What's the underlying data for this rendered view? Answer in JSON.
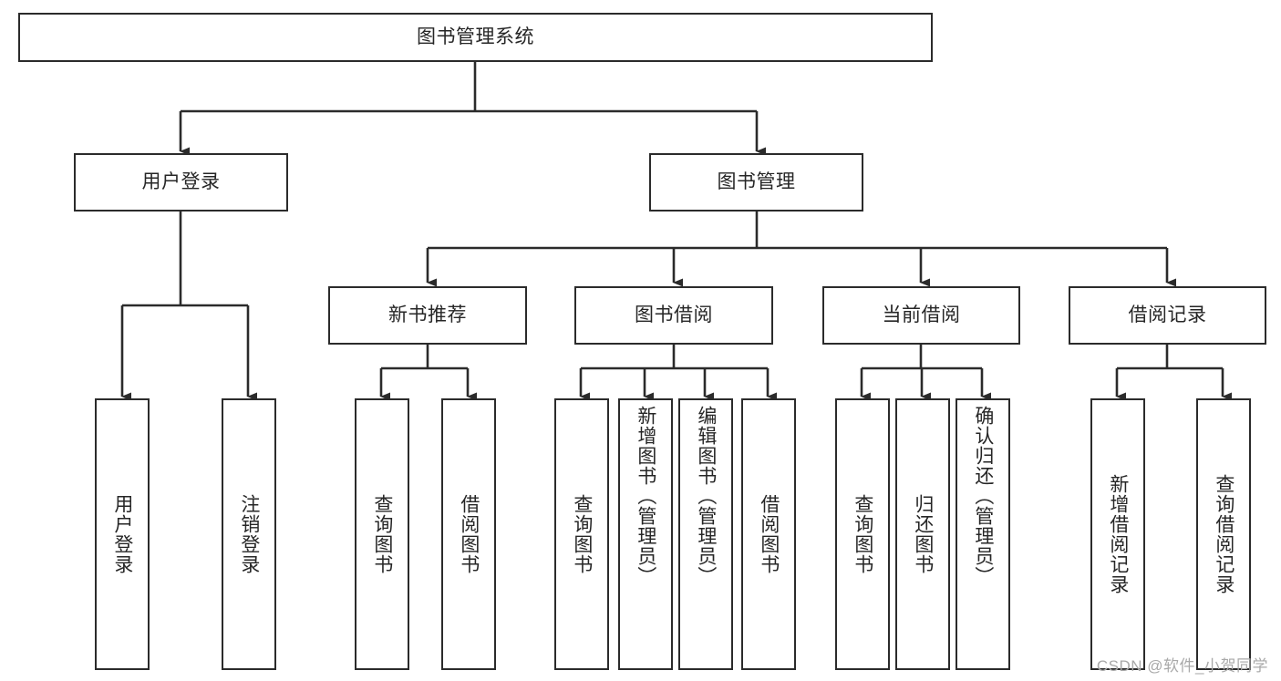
{
  "diagram": {
    "title_node": {
      "label": "图书管理系统"
    },
    "level2": [
      {
        "id": "user-login",
        "label": "用户登录"
      },
      {
        "id": "book-management",
        "label": "图书管理"
      }
    ],
    "level3": [
      {
        "id": "new-book-recommend",
        "label": "新书推荐"
      },
      {
        "id": "book-borrow",
        "label": "图书借阅"
      },
      {
        "id": "current-borrow",
        "label": "当前借阅"
      },
      {
        "id": "borrow-record",
        "label": "借阅记录"
      }
    ],
    "leaves": {
      "user_login": [
        {
          "id": "leaf-user-login",
          "label": "用户登录"
        },
        {
          "id": "leaf-logout-login",
          "label": "注销登录"
        }
      ],
      "new_book_recommend": [
        {
          "id": "leaf-query-book-1",
          "label": "查询图书"
        },
        {
          "id": "leaf-borrow-book-1",
          "label": "借阅图书"
        }
      ],
      "book_borrow": [
        {
          "id": "leaf-query-book-2",
          "label": "查询图书"
        },
        {
          "id": "leaf-add-book",
          "label": "新增图书（管理员）"
        },
        {
          "id": "leaf-edit-book",
          "label": "编辑图书（管理员）"
        },
        {
          "id": "leaf-borrow-book-2",
          "label": "借阅图书"
        }
      ],
      "current_borrow": [
        {
          "id": "leaf-query-book-3",
          "label": "查询图书"
        },
        {
          "id": "leaf-return-book",
          "label": "归还图书"
        },
        {
          "id": "leaf-confirm-return",
          "label": "确认归还（管理员）"
        }
      ],
      "borrow_record": [
        {
          "id": "leaf-add-borrow-record",
          "label": "新增借阅记录"
        },
        {
          "id": "leaf-query-borrow-record",
          "label": "查询借阅记录"
        }
      ]
    },
    "watermark": "CSDN @软件_小贺同学",
    "colors": {
      "border": "#2b2b2b",
      "text": "#262626",
      "background": "#ffffff",
      "connector": "#2b2b2b",
      "watermark": "#a9a9a9"
    }
  }
}
